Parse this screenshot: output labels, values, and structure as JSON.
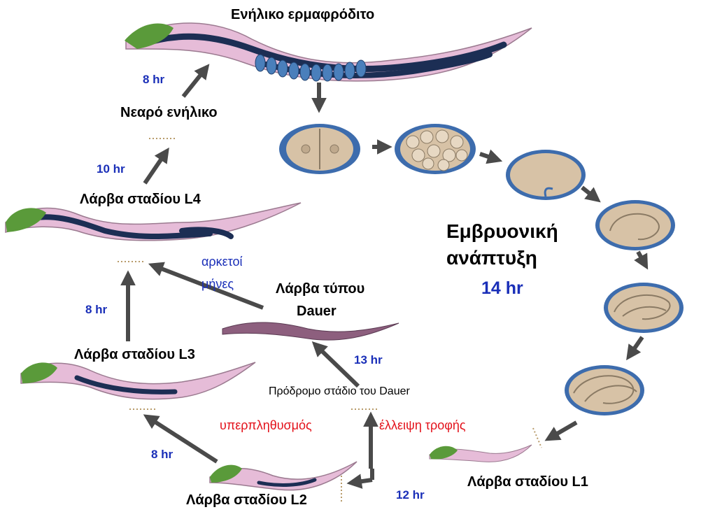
{
  "labels": {
    "adult": "Ενήλικο ερμαφρόδιτο",
    "young_adult": "Νεαρό ενήλικο",
    "l4": "Λάρβα σταδίου L4",
    "l3": "Λάρβα σταδίου L3",
    "l2": "Λάρβα σταδίου L2",
    "l1": "Λάρβα σταδίου L1",
    "dauer_line1": "Λάρβα τύπου",
    "dauer_line2": "Dauer",
    "pre_dauer": "Πρόδρομο στάδιο του Dauer",
    "embryo_line1": "Εμβρυονική",
    "embryo_line2": "ανάπτυξη"
  },
  "times": {
    "adult": "8 hr",
    "young_adult": "10 hr",
    "l3_to_l4": "8 hr",
    "l2_to_l3": "8 hr",
    "l1_to_l2": "12 hr",
    "to_dauer": "13 hr",
    "embryo": "14 hr"
  },
  "conditions": {
    "overcrowding": "υπερπληθυσμός",
    "starvation": "έλλειψη τροφής",
    "months_line1": "αρκετοί",
    "months_line2": "μήνες"
  },
  "colors": {
    "label_blue": "#1a2fb8",
    "label_red": "#e3121b",
    "arrow": "#4a4a4a",
    "worm_pink": "#e6bcd8",
    "worm_head": "#5a9a3a",
    "worm_gonad": "#1c2e54",
    "embryo_fill": "#d7c2a6",
    "embryo_rim": "#3d6cad"
  }
}
